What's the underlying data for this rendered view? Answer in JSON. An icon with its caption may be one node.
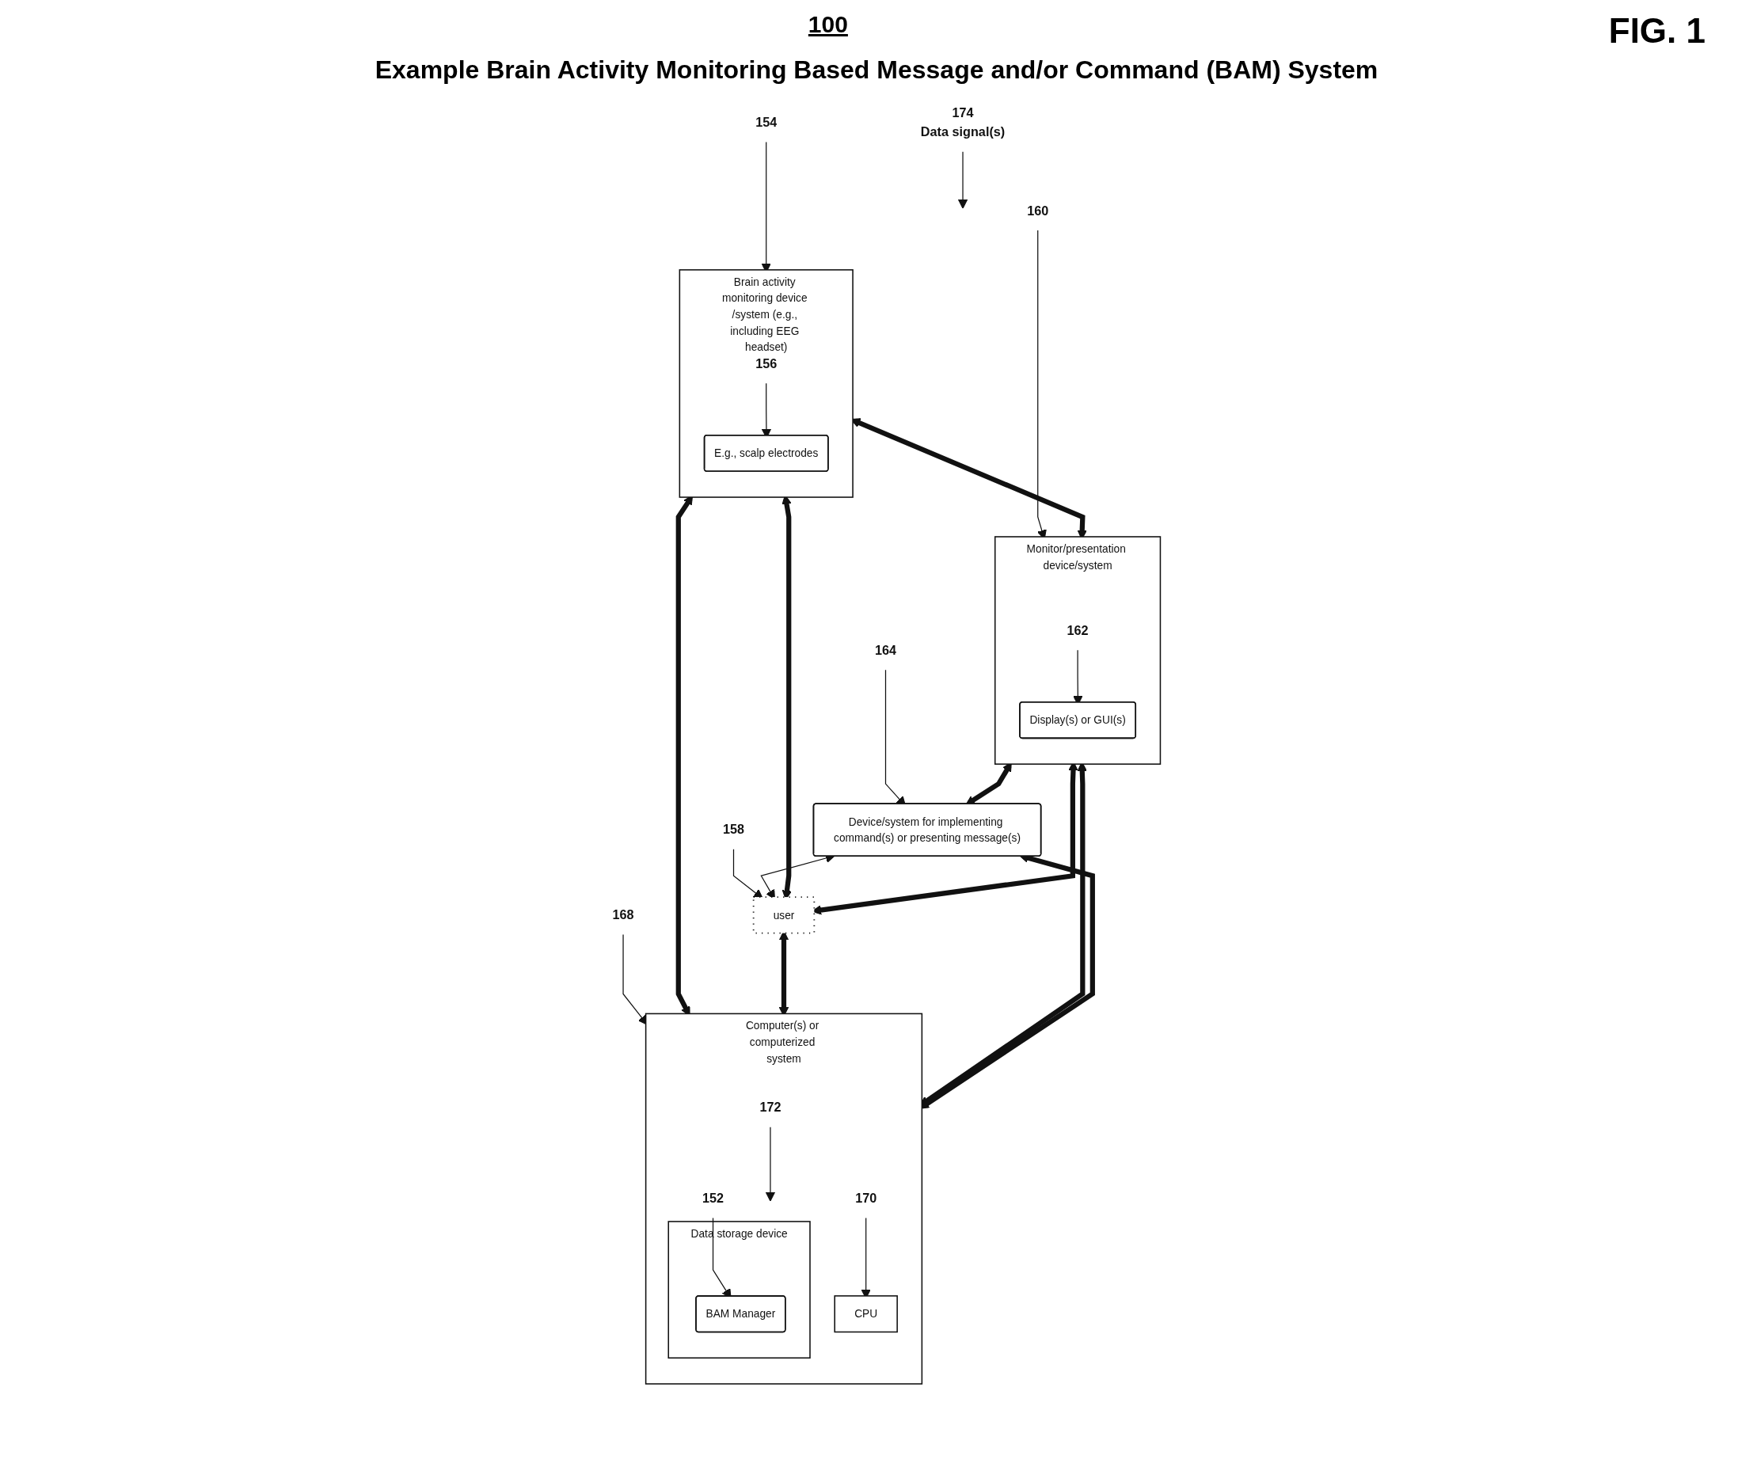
{
  "diagram": {
    "title": "Example Brain Activity Monitoring Based Message and/or Command (BAM) System",
    "nodes": [
      {
        "text": [
          "154"
        ]
      },
      {
        "text": [
          "Brain activity monitoring device /system (e.g., including EEG headset)"
        ]
      },
      {
        "text": [
          "156"
        ],
        "in": 1
      },
      {
        "text": [
          "E.g., scalp electrodes"
        ],
        "in": 1
      },
      {
        "text": [
          "168"
        ]
      },
      {
        "text": [
          "Computer(s) or computerized system"
        ]
      },
      {
        "text": [
          "user"
        ]
      },
      {
        "text": [
          "158"
        ]
      },
      {
        "text": [
          "170"
        ],
        "in": 5
      },
      {
        "text": [
          "CPU"
        ],
        "in": 5
      },
      {
        "text": [
          "172"
        ],
        "in": 5
      },
      {
        "text": [
          "152"
        ],
        "in": 5
      },
      {
        "text": [
          "Data storage device"
        ],
        "in": 5
      },
      {
        "text": [
          "BAM Manager"
        ],
        "in": 12
      },
      {
        "text": [
          "160"
        ]
      },
      {
        "text": [
          "Monitor/presentation device/system"
        ]
      },
      {
        "text": [
          "162"
        ],
        "in": 15
      },
      {
        "text": [
          "Display(s) or GUI(s)"
        ],
        "in": 15
      },
      {
        "text": [
          "164"
        ]
      },
      {
        "text": [
          "Device/system for implementing command(s) or presenting message(s)"
        ]
      },
      {
        "text": [
          "174",
          "Data signal(s)"
        ]
      }
    ],
    "edges": [
      {
        "from": 0,
        "to": 1,
        "arrow": "to"
      },
      {
        "from": 2,
        "to": 3,
        "arrow": "to"
      },
      {
        "from": 4,
        "to": 5,
        "arrow": "to"
      },
      {
        "from": 7,
        "to": 6,
        "arrow": "to"
      },
      {
        "from": 8,
        "to": 9,
        "arrow": "to"
      },
      {
        "from": 10,
        "to": 12,
        "arrow": "to"
      },
      {
        "from": 11,
        "to": 13,
        "arrow": "to"
      },
      {
        "from": 14,
        "to": 15,
        "arrow": "to"
      },
      {
        "from": 16,
        "to": 17,
        "arrow": "to"
      },
      {
        "from": 18,
        "to": 19,
        "arrow": "to"
      },
      {
        "from": 20,
        "to": null,
        "arrow": "to"
      },
      {
        "from": 19,
        "to": 6,
        "arrow": "both"
      },
      {
        "from": 1,
        "to": 5,
        "arrow": "both",
        "style": "thick"
      },
      {
        "from": 1,
        "to": 6,
        "arrow": "both",
        "style": "thick"
      },
      {
        "from": 6,
        "to": 5,
        "arrow": "both",
        "style": "thick"
      },
      {
        "from": 1,
        "to": 15,
        "arrow": "both",
        "style": "thick"
      },
      {
        "from": 6,
        "to": 15,
        "arrow": "both",
        "style": "thick"
      },
      {
        "from": 15,
        "to": 5,
        "arrow": "both",
        "style": "thick"
      },
      {
        "from": 15,
        "to": 19,
        "arrow": "both",
        "style": "thick"
      },
      {
        "from": 19,
        "to": 5,
        "arrow": "both",
        "style": "thick"
      }
    ],
    "labels": [
      "100",
      "FIG. 1"
    ]
  }
}
